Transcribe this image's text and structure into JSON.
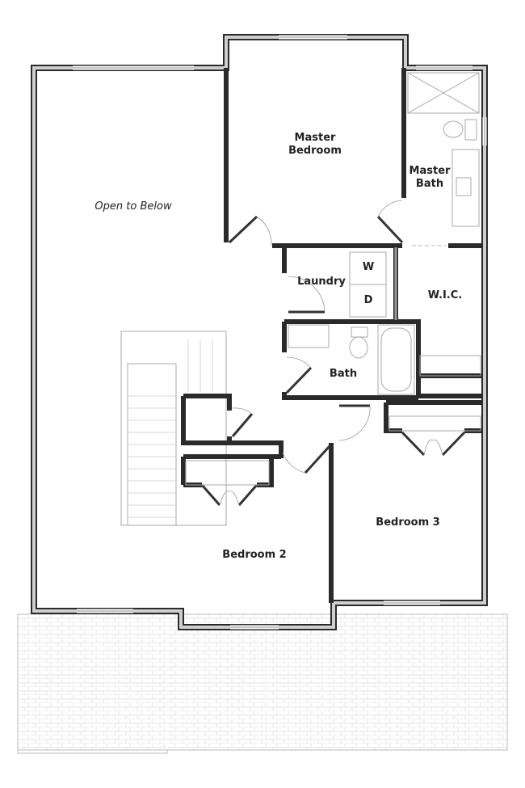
{
  "plan": {
    "rooms": {
      "open_to_below": "Open to Below",
      "master_bedroom": "Master\nBedroom",
      "master_bath": "Master\nBath",
      "laundry": "Laundry",
      "washer": "W",
      "dryer": "D",
      "wic": "W.I.C.",
      "bath": "Bath",
      "bedroom_2": "Bedroom 2",
      "bedroom_3": "Bedroom 3"
    },
    "colors": {
      "wall": "#2a2a2a",
      "wall_fill": "#cfcfcf",
      "fixture": "#aaaaaa"
    }
  }
}
